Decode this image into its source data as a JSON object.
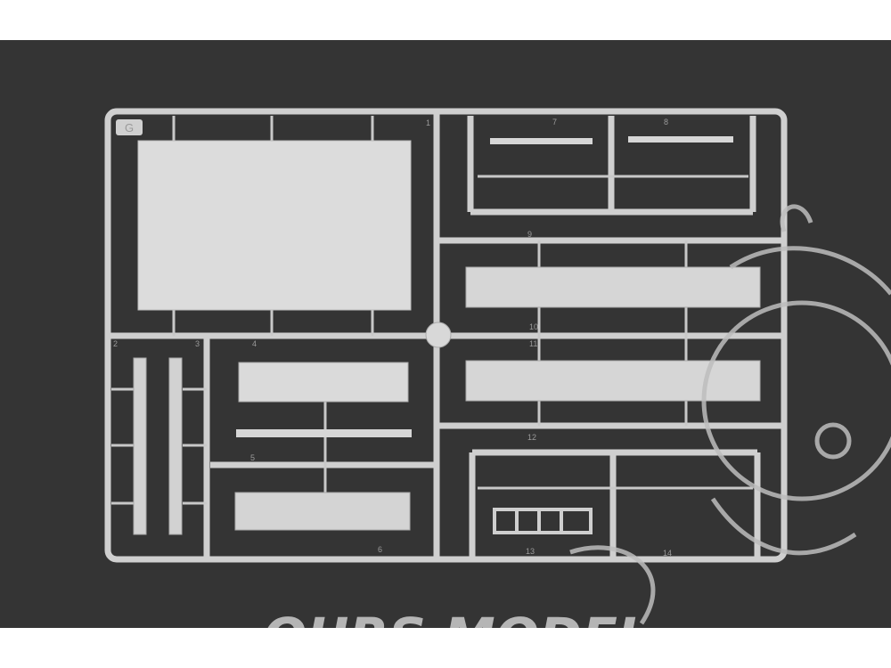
{
  "photo": {
    "subject": "G",
    "part_numbers": [
      "1",
      "2",
      "3",
      "4",
      "5",
      "6",
      "7",
      "8",
      "9",
      "10",
      "11",
      "12",
      "13",
      "14"
    ],
    "watermark": "OURS MODEL",
    "colors": {
      "background": "#333333",
      "plastic": "#d8d8d8",
      "plastic_shadow": "#a8a8a8",
      "page": "#ffffff"
    }
  }
}
